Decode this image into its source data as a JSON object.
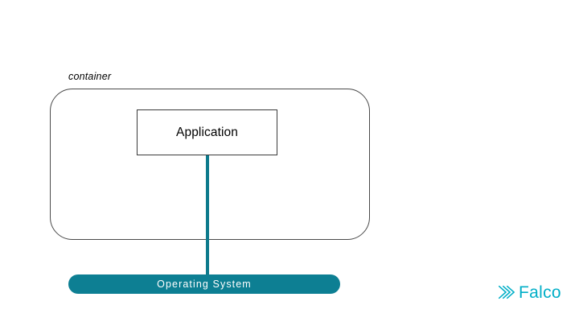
{
  "diagram": {
    "container_label": "container",
    "application_label": "Application",
    "os_label": "Operating System",
    "colors": {
      "teal": "#0d7f93",
      "connector": "#0d7a8c",
      "brand_cyan": "#00aec7",
      "outline": "#4a4a4a"
    }
  },
  "branding": {
    "wordmark": "Falco",
    "mark_icon": "falco-chevrons-icon"
  }
}
